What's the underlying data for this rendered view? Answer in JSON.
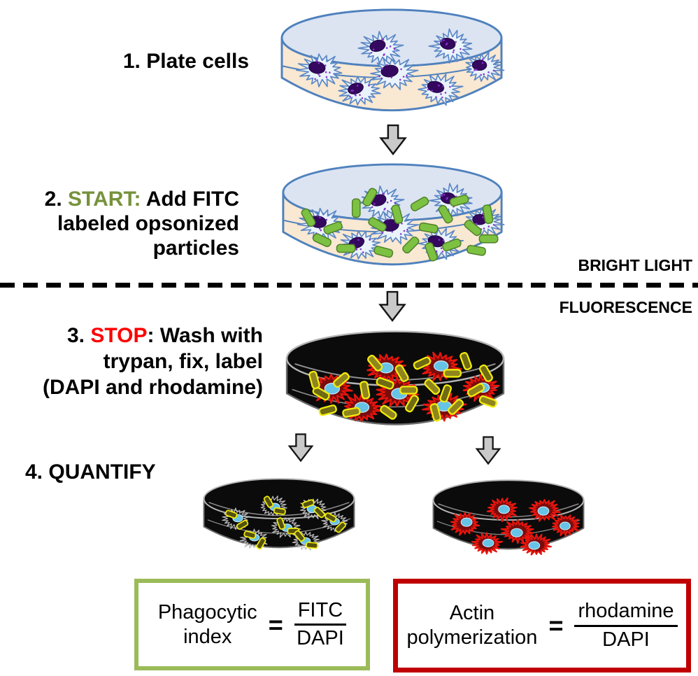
{
  "steps": {
    "s1": {
      "prefix": "1. ",
      "label": "Plate cells"
    },
    "s2": {
      "prefix": "2. ",
      "keyword": "START:",
      "after": " Add FITC",
      "line2": "labeled opsonized",
      "line3": "particles"
    },
    "s3": {
      "prefix": "3. ",
      "keyword": "STOP",
      "after": ": Wash with",
      "line2": "trypan, fix, label",
      "line3": "(DAPI and rhodamine)"
    },
    "s4": {
      "prefix": "4. ",
      "label": "QUANTIFY"
    }
  },
  "section": {
    "above_line": "BRIGHT LIGHT",
    "below_line": "FLUORESCENCE"
  },
  "formulas": {
    "phagocytic": {
      "line1": "Phagocytic",
      "line2": "index",
      "equals": "=",
      "numerator": "FITC",
      "denominator": "DAPI"
    },
    "actin": {
      "line1": "Actin",
      "line2": "polymerization",
      "equals": "=",
      "numerator": "rhodamine",
      "denominator": "DAPI"
    }
  },
  "icons": {
    "arrows": "down-block-arrow",
    "dish1": "petri-dish-plated-cells",
    "dish2": "petri-dish-cells-with-fitc-particles",
    "dish3": "petri-dish-fluorescent-labeled",
    "dish4a": "petri-dish-fitc-channel",
    "dish4b": "petri-dish-rhodamine-channel"
  },
  "palette": {
    "dish_rim_blue": "#4F81BD",
    "dish_lid_fill": "#DCE4F2",
    "media_peach": "#F9E8D2",
    "cell_fill": "#EAF3FB",
    "cell_outline": "#5B87C5",
    "nucleus_purple": "#35085F",
    "cell_dot_purple": "#8633CC",
    "fitc_green": "#7DC142",
    "fitc_green_edge": "#4E7F28",
    "dark_dish": "#0B0B0B",
    "dark_dish_rim_gray": "#B5B5B5",
    "rhodamine_red": "#E8150D",
    "dark_cell_fill": "#7A0C0C",
    "dapi_cyan": "#66C3E6",
    "quenched_olive": "#8F851F",
    "quenched_olive_dark": "#6F6A14",
    "yellow_outline": "#F2EC0A",
    "gray_cell_outline": "#B9B9B9",
    "arrow_gray": "#C9C9C9",
    "start_green": "#76923C",
    "stop_red": "#FF0000",
    "box_green_border": "#9BBB59",
    "box_red_border": "#C00000"
  }
}
